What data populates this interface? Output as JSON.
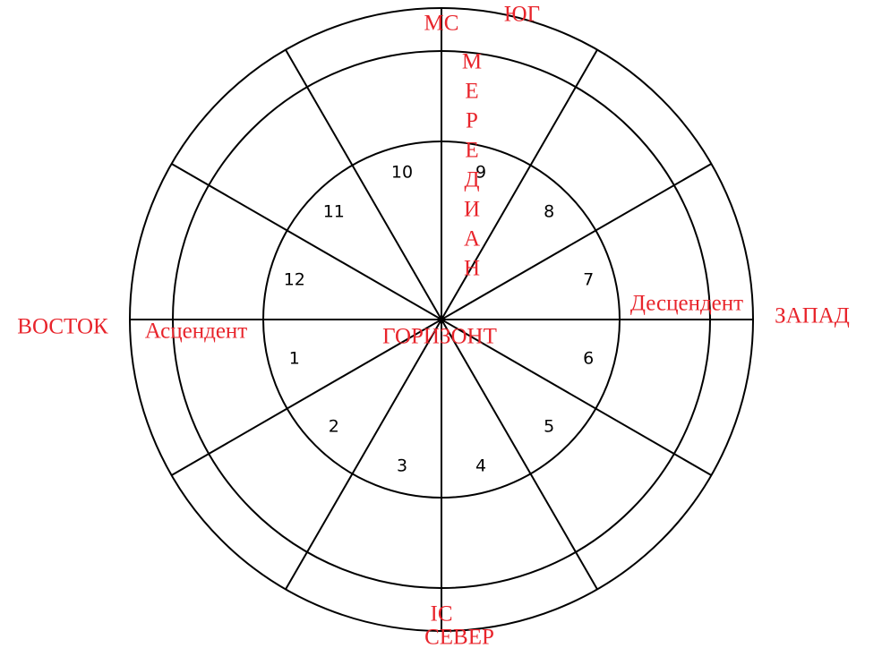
{
  "wheel": {
    "line_color": "#000000",
    "label_color": "#e8242b",
    "house_numbers": [
      "1",
      "2",
      "3",
      "4",
      "5",
      "6",
      "7",
      "8",
      "9",
      "10",
      "11",
      "12"
    ]
  },
  "labels": {
    "mc": "МС",
    "south": "ЮГ",
    "meridian_letters": [
      "М",
      "Е",
      "Р",
      "Е",
      "Д",
      "И",
      "А",
      "Н"
    ],
    "east": "ВОСТОК",
    "ascendant": "Асцендент",
    "horizon": "ГОРИЗОНТ",
    "descendant": "Десцендент",
    "west": "ЗАПАД",
    "ic": "IC",
    "north": "СЕВЕР"
  }
}
